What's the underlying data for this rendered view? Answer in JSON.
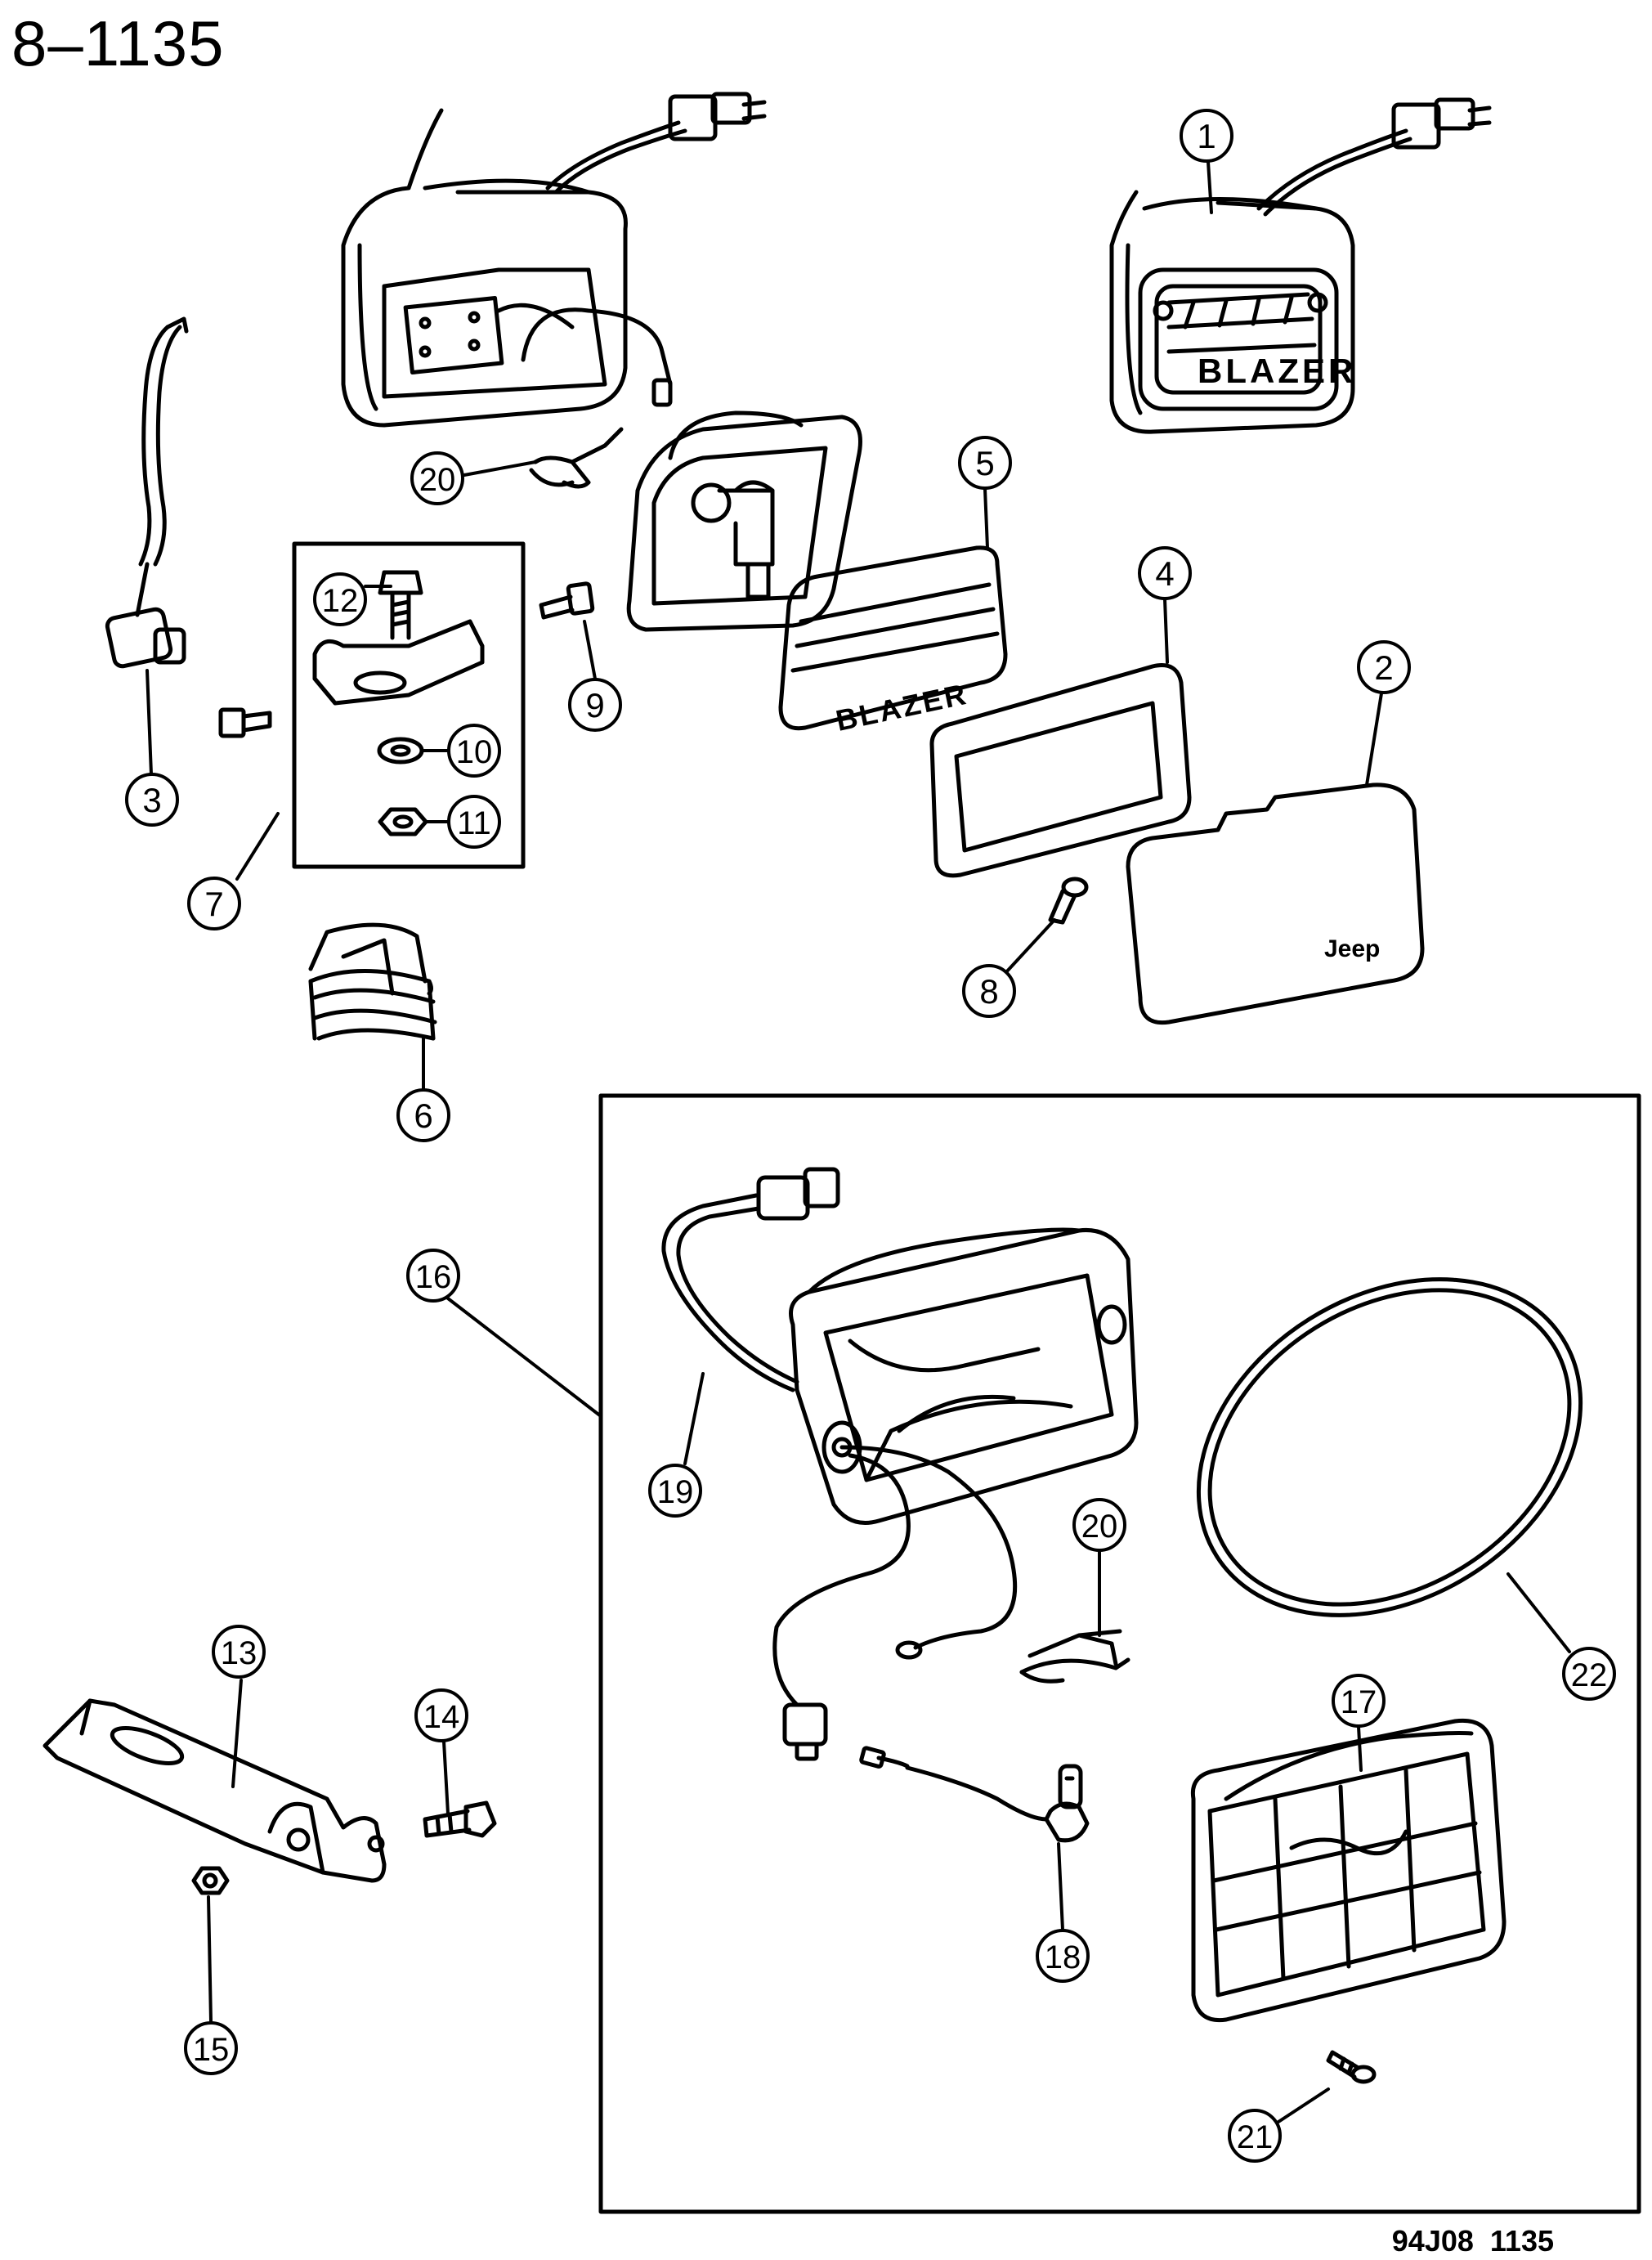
{
  "header": {
    "page_id": "8–1135"
  },
  "footer": {
    "drawing_number": "94J08 1135"
  },
  "parts": {
    "p1": "1",
    "p2": "2",
    "p3": "3",
    "p4": "4",
    "p5": "5",
    "p6": "6",
    "p7": "7",
    "p8": "8",
    "p9": "9",
    "p10": "10",
    "p11": "11",
    "p12": "12",
    "p13": "13",
    "p14": "14",
    "p15": "15",
    "p16": "16",
    "p17": "17",
    "p18": "18",
    "p19": "19",
    "p20a": "20",
    "p20b": "20",
    "p21": "21",
    "p22": "22"
  },
  "lens_text": {
    "blazer": "BLAZER",
    "jeep": "Jeep"
  }
}
